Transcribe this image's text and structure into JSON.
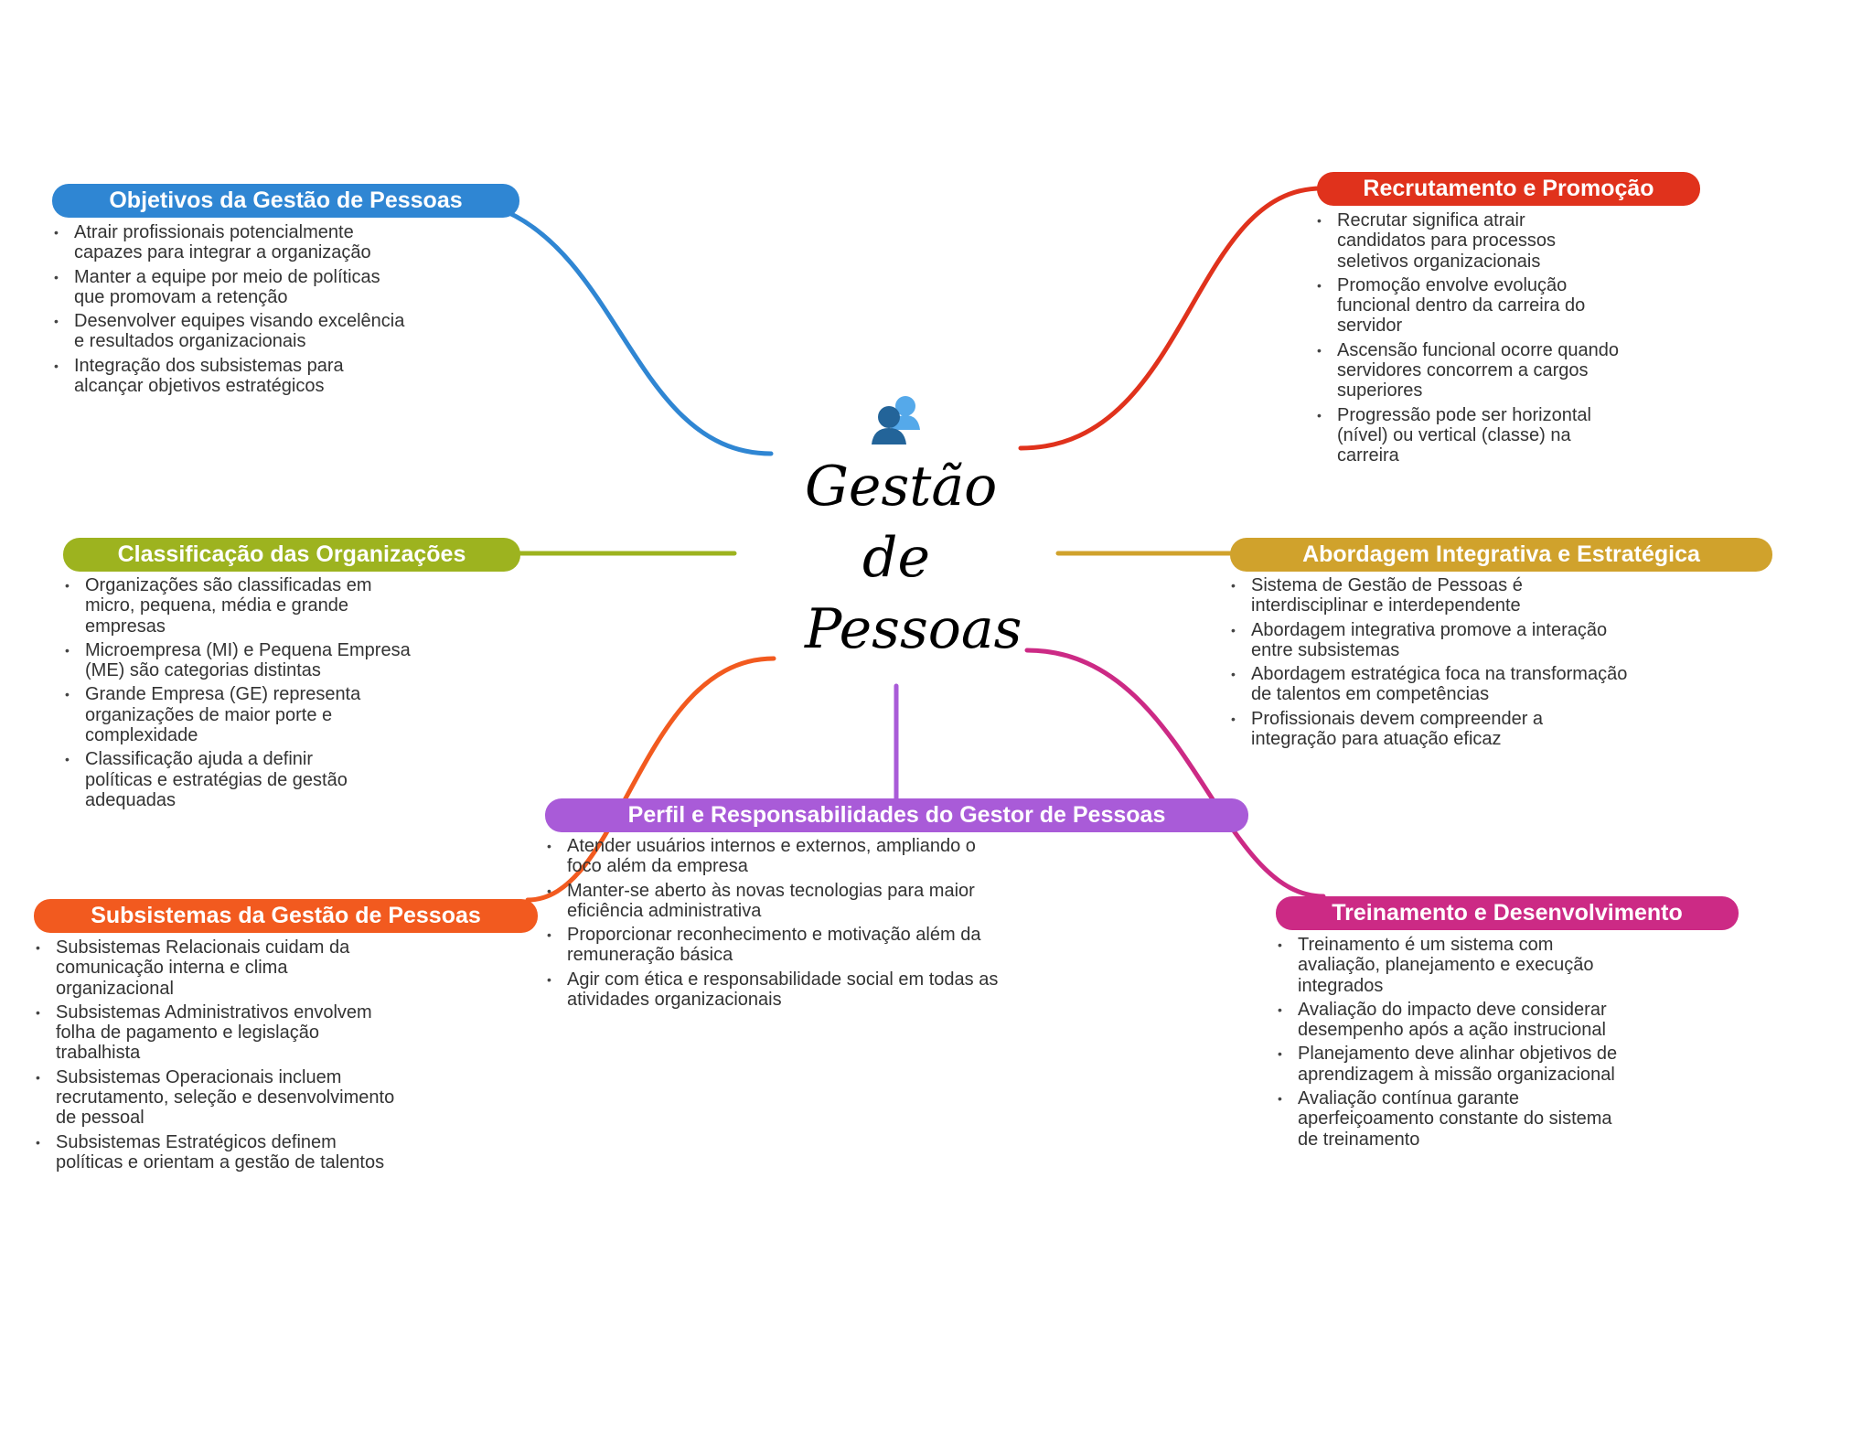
{
  "center": {
    "icon": "people-icon",
    "lines": [
      "Gestão",
      "de",
      "Pessoas"
    ]
  },
  "colors": {
    "blue": "#2f86d3",
    "red": "#e0321c",
    "olive": "#9db31f",
    "gold": "#d0a22c",
    "purple": "#a95bd8",
    "orange": "#f25a1f",
    "magenta": "#cc2a85"
  },
  "branches": {
    "objetivos": {
      "title": "Objetivos da Gestão de Pessoas",
      "items": [
        "Atrair profissionais potencialmente\ncapazes para integrar a organização",
        "Manter a equipe por meio de políticas\nque promovam a retenção",
        "Desenvolver equipes visando excelência\ne resultados organizacionais",
        "Integração dos subsistemas para\nalcançar objetivos estratégicos"
      ]
    },
    "recrutamento": {
      "title": "Recrutamento e Promoção",
      "items": [
        "Recrutar significa atrair\ncandidatos para processos\nseletivos organizacionais",
        "Promoção envolve evolução\nfuncional dentro da carreira do\nservidor",
        "Ascensão funcional ocorre quando\nservidores concorrem a cargos\nsuperiores",
        "Progressão pode ser horizontal\n(nível) ou vertical (classe) na\ncarreira"
      ]
    },
    "classificacao": {
      "title": "Classificação das Organizações",
      "items": [
        "Organizações são classificadas em\nmicro, pequena, média e grande\nempresas",
        "Microempresa (MI) e Pequena Empresa\n(ME) são categorias distintas",
        "Grande Empresa (GE) representa\norganizações de maior porte e\ncomplexidade",
        "Classificação ajuda a definir\npolíticas e estratégias de gestão\nadequadas"
      ]
    },
    "abordagem": {
      "title": "Abordagem Integrativa e Estratégica",
      "items": [
        "Sistema de Gestão de Pessoas é\ninterdisciplinar e interdependente",
        "Abordagem integrativa promove a interação\nentre subsistemas",
        "Abordagem estratégica foca na transformação\nde talentos em competências",
        "Profissionais devem compreender a\nintegração para atuação eficaz"
      ]
    },
    "perfil": {
      "title": "Perfil e Responsabilidades do Gestor de Pessoas",
      "items": [
        "Atender usuários internos e externos, ampliando o\nfoco além da empresa",
        "Manter-se aberto às novas tecnologias para maior\neficiência administrativa",
        "Proporcionar reconhecimento e motivação além da\nremuneração básica",
        "Agir com ética e responsabilidade social em todas as\natividades organizacionais"
      ]
    },
    "subsistemas": {
      "title": "Subsistemas da Gestão de Pessoas",
      "items": [
        "Subsistemas Relacionais cuidam da\ncomunicação interna e clima\norganizacional",
        "Subsistemas Administrativos envolvem\nfolha de pagamento e legislação\ntrabalhista",
        "Subsistemas Operacionais incluem\nrecrutamento, seleção e desenvolvimento\nde pessoal",
        "Subsistemas Estratégicos definem\npolíticas e orientam a gestão de talentos"
      ]
    },
    "treinamento": {
      "title": "Treinamento e Desenvolvimento",
      "items": [
        "Treinamento é um sistema com\navaliação, planejamento e execução\nintegrados",
        "Avaliação do impacto deve considerar\ndesempenho após a ação instrucional",
        "Planejamento deve alinhar objetivos de\naprendizagem à missão organizacional",
        "Avaliação contínua garante\naperfeiçoamento constante do sistema\nde treinamento"
      ]
    }
  }
}
